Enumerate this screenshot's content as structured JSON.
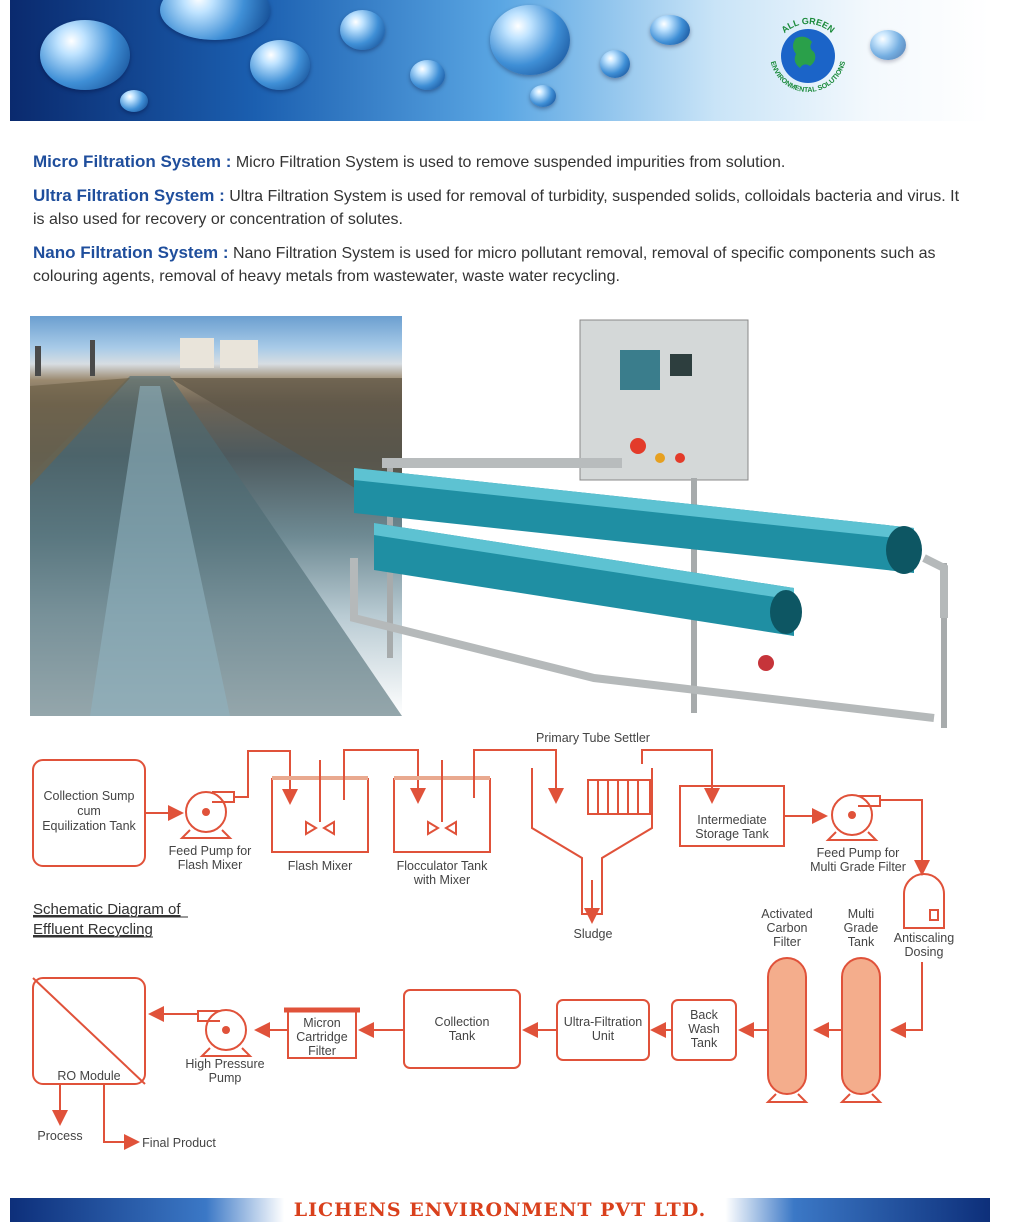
{
  "logo": {
    "arc_top": "ALL GREEN",
    "arc_bottom": "ENVIRONMENTAL SOLUTIONS"
  },
  "sections": [
    {
      "heading": "Micro Filtration System :",
      "text": " Micro Filtration System is used to remove suspended impurities from solution."
    },
    {
      "heading": "Ultra Filtration System :",
      "text": " Ultra Filtration System is used for removal of turbidity, suspended solids, colloidals bacteria and virus. It is also used for recovery or concentration of solutes."
    },
    {
      "heading": "Nano Filtration System :",
      "text": "  Nano Filtration System is used for micro pollutant removal, removal of specific components such as colouring agents,  removal of heavy metals from wastewater, waste water recycling."
    }
  ],
  "diagram": {
    "caption_1": "Schematic Diagram of",
    "caption_2": "Effluent Recycling",
    "collection_sump": [
      "Collection Sump",
      "cum",
      "Equilization Tank"
    ],
    "feed_pump_flash": [
      "Feed Pump for",
      "Flash Mixer"
    ],
    "flash_mixer": "Flash Mixer",
    "flocculator": [
      "Flocculator Tank",
      "with Mixer"
    ],
    "tube_settler": "Primary Tube Settler",
    "sludge": "Sludge",
    "intermediate_tank": [
      "Intermediate",
      "Storage Tank"
    ],
    "feed_pump_mgf": [
      "Feed Pump for",
      "Multi Grade Filter"
    ],
    "antiscaling": [
      "Antiscaling",
      "Dosing"
    ],
    "activated_carbon": [
      "Activated",
      "Carbon",
      "Filter"
    ],
    "multi_grade": [
      "Multi",
      "Grade",
      "Tank"
    ],
    "back_wash": [
      "Back",
      "Wash",
      "Tank"
    ],
    "uf_unit": [
      "Ultra-Filtration",
      "Unit"
    ],
    "collection_tank": [
      "Collection",
      "Tank"
    ],
    "micron_filter": [
      "Micron",
      "Cartridge",
      "Filter"
    ],
    "hp_pump": [
      "High Pressure",
      "Pump"
    ],
    "ro_module": "RO Module",
    "process": "Process",
    "final_product": "Final Product"
  },
  "colors": {
    "flow": "#e0523a",
    "heading": "#1f4e9c",
    "footer_text": "#d9401c"
  },
  "footer": {
    "company": "LICHENS ENVIRONMENT PVT LTD."
  }
}
